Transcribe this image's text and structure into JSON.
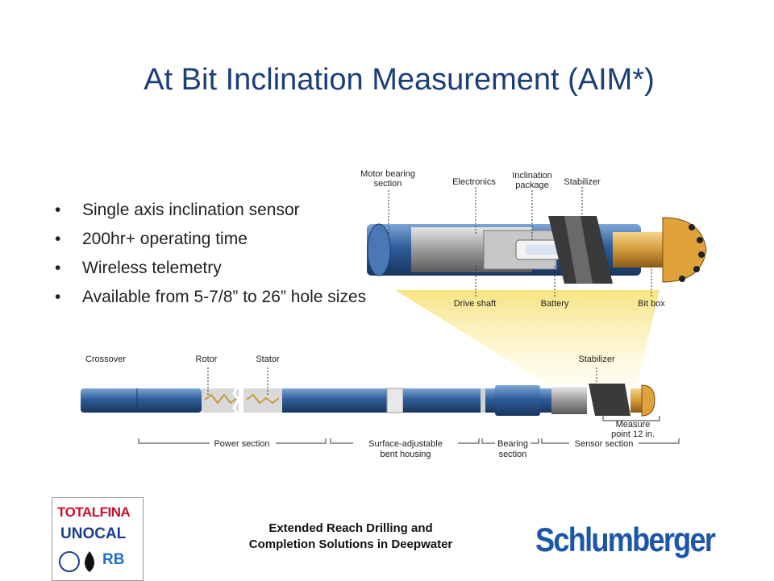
{
  "title": "At Bit Inclination Measurement (AIM*)",
  "bullets": [
    "Single axis inclination sensor",
    "200hr+ operating time",
    "Wireless telemetry",
    "Available from 5-7/8” to 26” hole sizes"
  ],
  "bullet_glyph": "•",
  "diagram": {
    "detail_labels_top": {
      "motor_bearing_line1": "Motor bearing",
      "motor_bearing_line2": "section",
      "electronics": "Electronics",
      "inclination_line1": "Inclination",
      "inclination_line2": "package",
      "stabilizer": "Stabilizer"
    },
    "detail_labels_bottom": {
      "drive_shaft": "Drive shaft",
      "battery": "Battery",
      "bit_box": "Bit box"
    },
    "overview_labels_top": {
      "crossover": "Crossover",
      "rotor": "Rotor",
      "stator": "Stator",
      "stabilizer": "Stabilizer"
    },
    "measure_line1": "Measure",
    "measure_line2": "point 12 in.",
    "section_labels": {
      "power": "Power section",
      "surface_line1": "Surface-adjustable",
      "surface_line2": "bent housing",
      "bearing_line1": "Bearing",
      "bearing_line2": "section",
      "sensor": "Sensor section"
    }
  },
  "footer": {
    "line1": "Extended Reach Drilling and",
    "line2": "Completion Solutions in Deepwater"
  },
  "partner_logo": {
    "line1": "TOTALFINA",
    "line2": "UNOCAL",
    "line3": "RB"
  },
  "brand_logo": "Schlumberger",
  "colors": {
    "title": "#1a3f78",
    "pipe_blue": "#2e5d99",
    "highlight_yellow": "#f6e27a",
    "brand_blue": "#1c56a8"
  }
}
